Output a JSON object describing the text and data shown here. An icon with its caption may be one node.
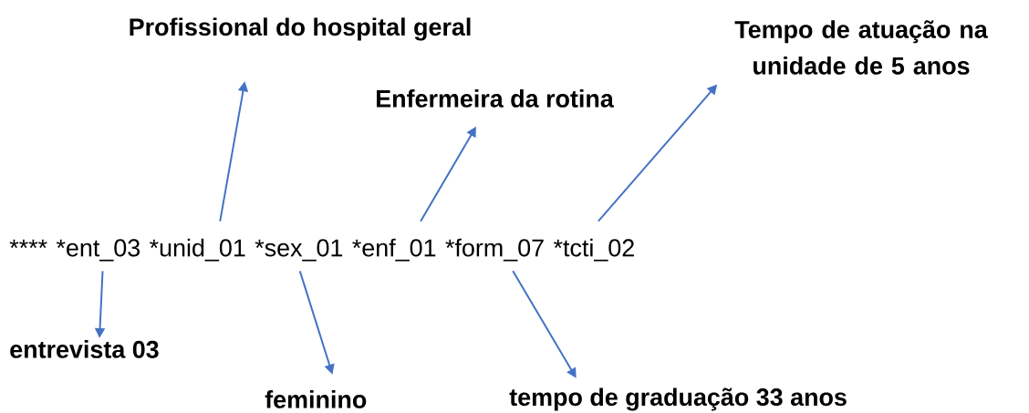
{
  "diagram": {
    "nodes": [
      {
        "text": [
          "Profissional do hospital geral"
        ]
      },
      {
        "text": [
          "Tempo de atuação na unidade de 5 anos"
        ]
      },
      {
        "text": [
          "Enfermeira da rotina"
        ]
      },
      {
        "text": [
          "****"
        ]
      },
      {
        "text": [
          "*ent_03"
        ]
      },
      {
        "text": [
          "*unid_01"
        ]
      },
      {
        "text": [
          "*sex_01"
        ]
      },
      {
        "text": [
          "*enf_01"
        ]
      },
      {
        "text": [
          "*form_07"
        ]
      },
      {
        "text": [
          "*tcti_02"
        ]
      },
      {
        "text": [
          "entrevista 03"
        ]
      },
      {
        "text": [
          "feminino"
        ]
      },
      {
        "text": [
          "tempo de graduação 33 anos"
        ]
      }
    ],
    "edges": [
      {
        "from": 4,
        "to": 10,
        "arrow": "to"
      },
      {
        "from": 5,
        "to": 0,
        "arrow": "to"
      },
      {
        "from": 6,
        "to": 11,
        "arrow": "to"
      },
      {
        "from": 7,
        "to": 2,
        "arrow": "to"
      },
      {
        "from": 8,
        "to": 12,
        "arrow": "to"
      },
      {
        "from": 9,
        "to": 1,
        "arrow": "to"
      }
    ]
  }
}
